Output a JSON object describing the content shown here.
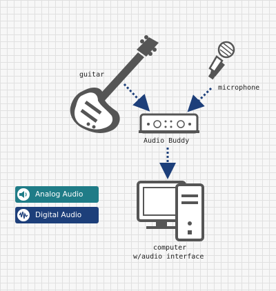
{
  "nodes": {
    "guitar": "guitar",
    "microphone": "microphone",
    "audio_buddy": "Audio Buddy",
    "computer_line1": "computer",
    "computer_line2": "w/audio interface"
  },
  "legend": {
    "analog": {
      "label": "Analog Audio",
      "color": "#1f7c87",
      "icon": "speaker-icon"
    },
    "digital": {
      "label": "Digital Audio",
      "color": "#1d3f7a",
      "icon": "waveform-icon"
    }
  },
  "colors": {
    "device_fill": "#555555",
    "arrow": "#1d3f7a"
  }
}
